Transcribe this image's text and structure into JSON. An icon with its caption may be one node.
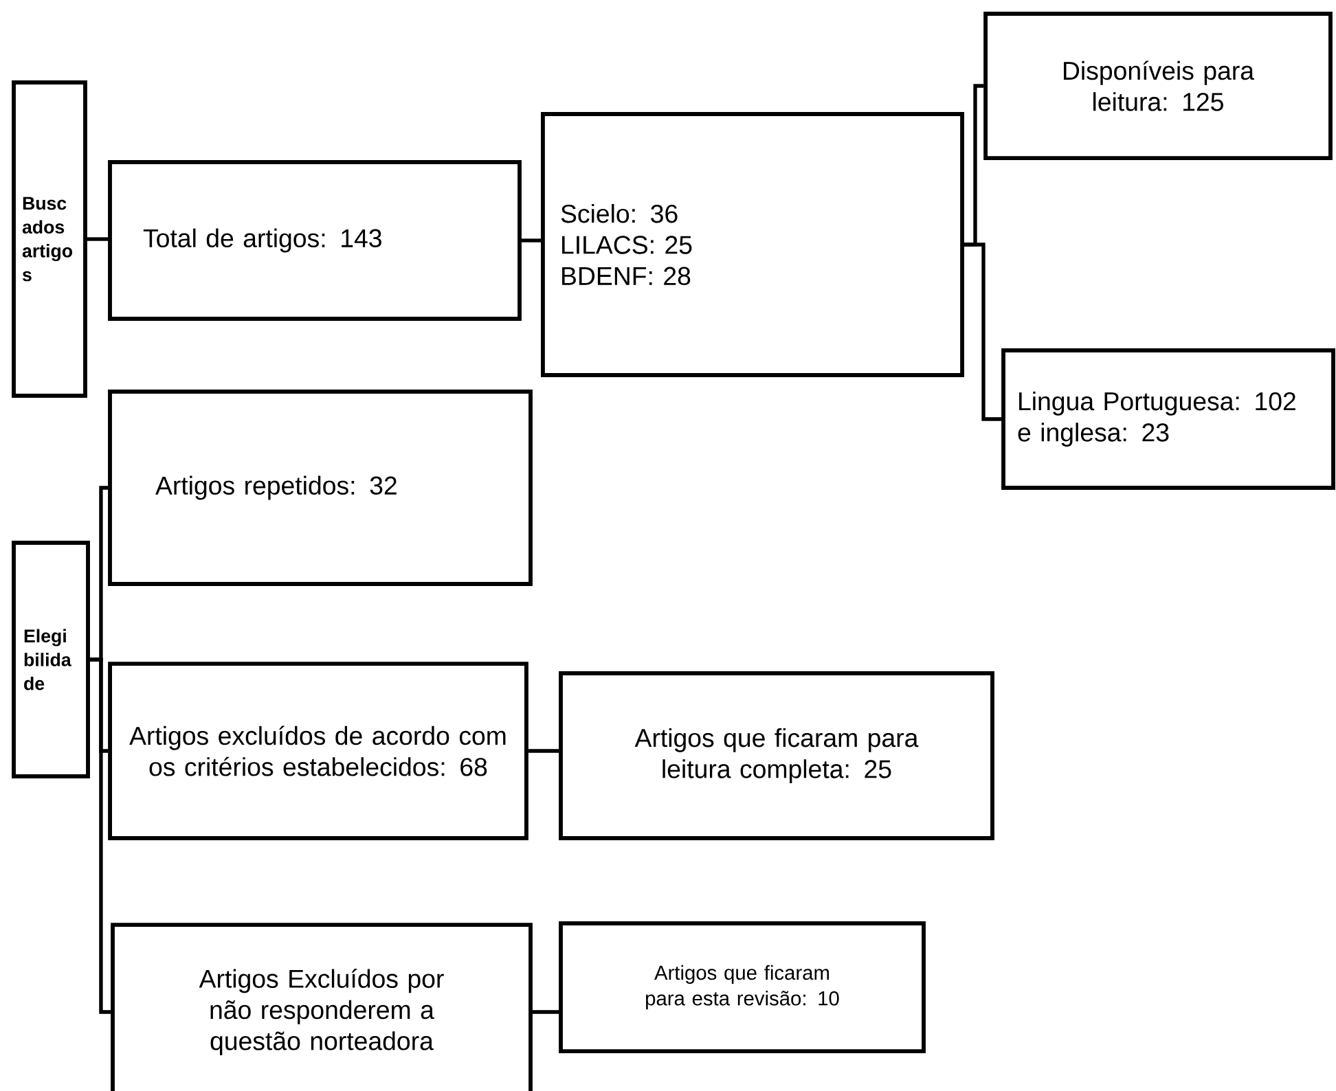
{
  "diagram": {
    "nodes": [
      {
        "text": [
          "Buscados artigos"
        ]
      },
      {
        "text": [
          "Total de artigos: 143"
        ]
      },
      {
        "text": [
          "Scielo: 36",
          "LILACS: 25",
          "BDENF: 28"
        ]
      },
      {
        "text": [
          "Disponíveis para leitura: 125"
        ]
      },
      {
        "text": [
          "Lingua Portuguesa: 102 e inglesa: 23"
        ]
      },
      {
        "text": [
          "Artigos repetidos: 32"
        ]
      },
      {
        "text": [
          "Elegibilidade"
        ]
      },
      {
        "text": [
          "Artigos excluídos de acordo com os critérios estabelecidos: 68"
        ]
      },
      {
        "text": [
          "Artigos que ficaram para leitura completa: 25"
        ]
      },
      {
        "text": [
          "Artigos Excluídos por não responderem a questão norteadora"
        ]
      },
      {
        "text": [
          "Artigos que ficaram para esta revisão: 10"
        ]
      }
    ],
    "edges": [
      {
        "from": 0,
        "to": 1,
        "arrow": "none"
      },
      {
        "from": 1,
        "to": 2,
        "arrow": "none"
      },
      {
        "from": 2,
        "to": 3,
        "arrow": "none"
      },
      {
        "from": 2,
        "to": 4,
        "arrow": "none"
      },
      {
        "from": 6,
        "to": 5,
        "arrow": "none"
      },
      {
        "from": 6,
        "to": 7,
        "arrow": "none"
      },
      {
        "from": 6,
        "to": 9,
        "arrow": "none"
      },
      {
        "from": 7,
        "to": 8,
        "arrow": "none"
      },
      {
        "from": 9,
        "to": 10,
        "arrow": "none"
      }
    ]
  }
}
